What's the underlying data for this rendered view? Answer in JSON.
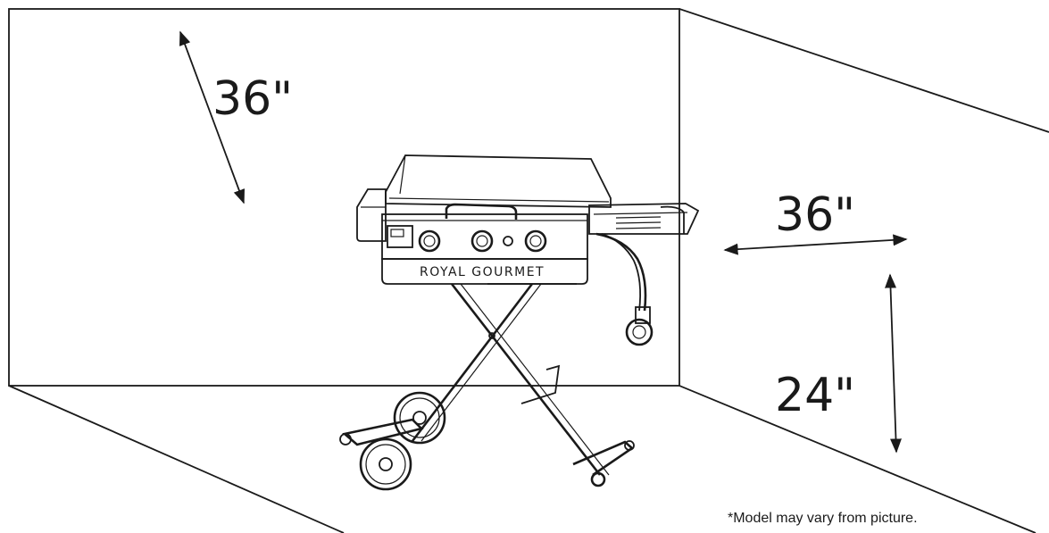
{
  "clearance": {
    "rear_height": "36\"",
    "side": "36\"",
    "front": "24\""
  },
  "grill": {
    "brand": "ROYAL GOURMET"
  },
  "footnote": "*Model may vary from picture.",
  "colors": {
    "line": "#1a1a1a",
    "background": "#ffffff"
  }
}
